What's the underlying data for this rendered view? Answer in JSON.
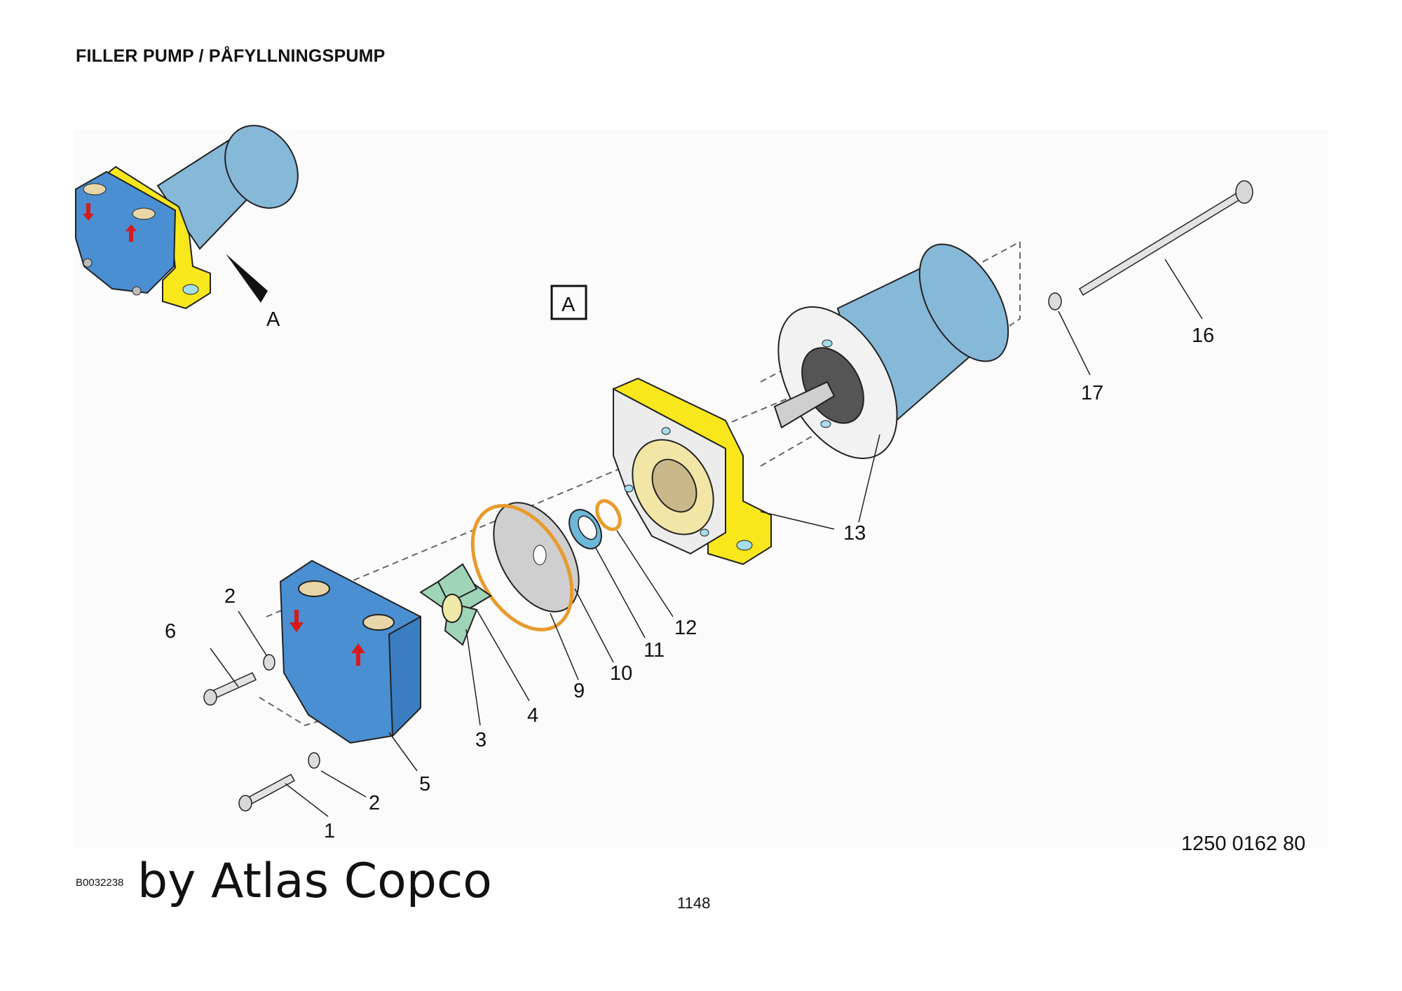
{
  "title": "FILLER PUMP / PÅFYLLNINGSPUMP",
  "view_marker": "A",
  "view_label": "A",
  "callouts": [
    "1",
    "2",
    "2",
    "3",
    "4",
    "5",
    "6",
    "9",
    "10",
    "11",
    "12",
    "13",
    "16",
    "17"
  ],
  "part_number": "1250 0162 80",
  "figure_id": "B0032238",
  "watermark": "by Atlas Copco",
  "page_number": "1148",
  "colors": {
    "pump_housing": "#4a8fd1",
    "bracket": "#f7e71c",
    "motor": "#86b8d8",
    "impeller": "#9fd4b7",
    "o_ring": "#e89b2c",
    "seal": "#6db7d8",
    "flow_arrow": "#d61a1a"
  },
  "icons": {
    "flow_arrows": "red-flow-arrow-icon",
    "view_pointer": "view-arrow-icon"
  }
}
